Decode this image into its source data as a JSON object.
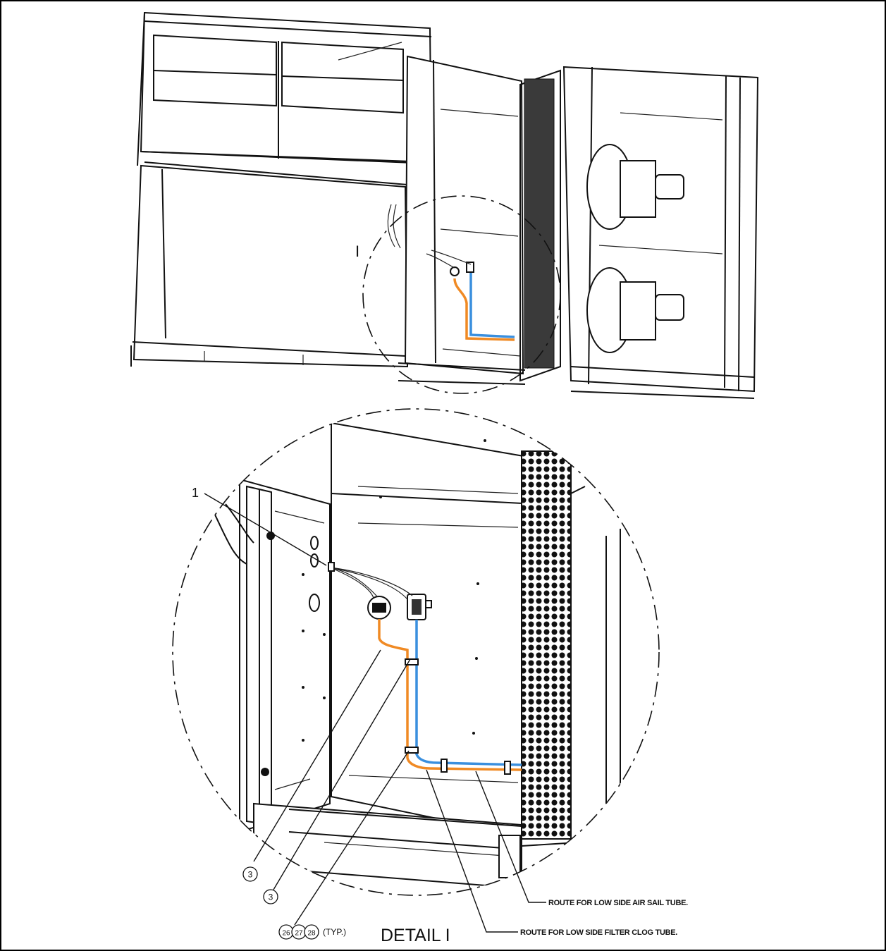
{
  "detail_marker": "I",
  "detail_title": "DETAIL I",
  "item_one": "1",
  "callouts": {
    "left_three": "3",
    "right_three": "3",
    "group": [
      "26",
      "27",
      "28"
    ],
    "typ": "(TYP.)"
  },
  "notes": {
    "air_sail": "ROUTE FOR LOW SIDE AIR SAIL TUBE.",
    "filter_clog": "ROUTE FOR LOW SIDE FILTER CLOG TUBE."
  },
  "colors": {
    "low_side_tube_orange": "#f08a24",
    "low_side_tube_blue": "#3a8fde"
  }
}
